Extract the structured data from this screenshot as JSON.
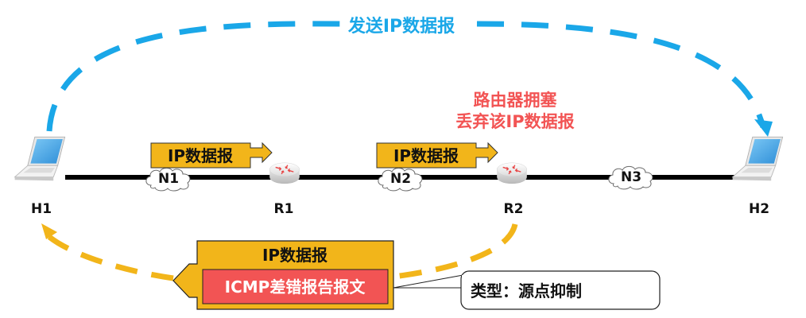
{
  "title_send": "发送IP数据报",
  "congestion_note": [
    "路由器拥塞",
    "丢弃该IP数据报"
  ],
  "nodes": {
    "h1": "H1",
    "h2": "H2",
    "r1": "R1",
    "r2": "R2",
    "n1": "N1",
    "n2": "N2",
    "n3": "N3"
  },
  "packet_label": "IP数据报",
  "return_packet": {
    "outer_label": "IP数据报",
    "inner_label": "ICMP差错报告报文"
  },
  "callout": "类型：源点抑制",
  "colors": {
    "send_arrow": "#1aa7e8",
    "return_arrow": "#f2b51a",
    "packet_fill": "#f2b51a",
    "icmp_fill": "#f25454",
    "congestion_text": "#f25454",
    "send_text": "#1aa7e8"
  }
}
